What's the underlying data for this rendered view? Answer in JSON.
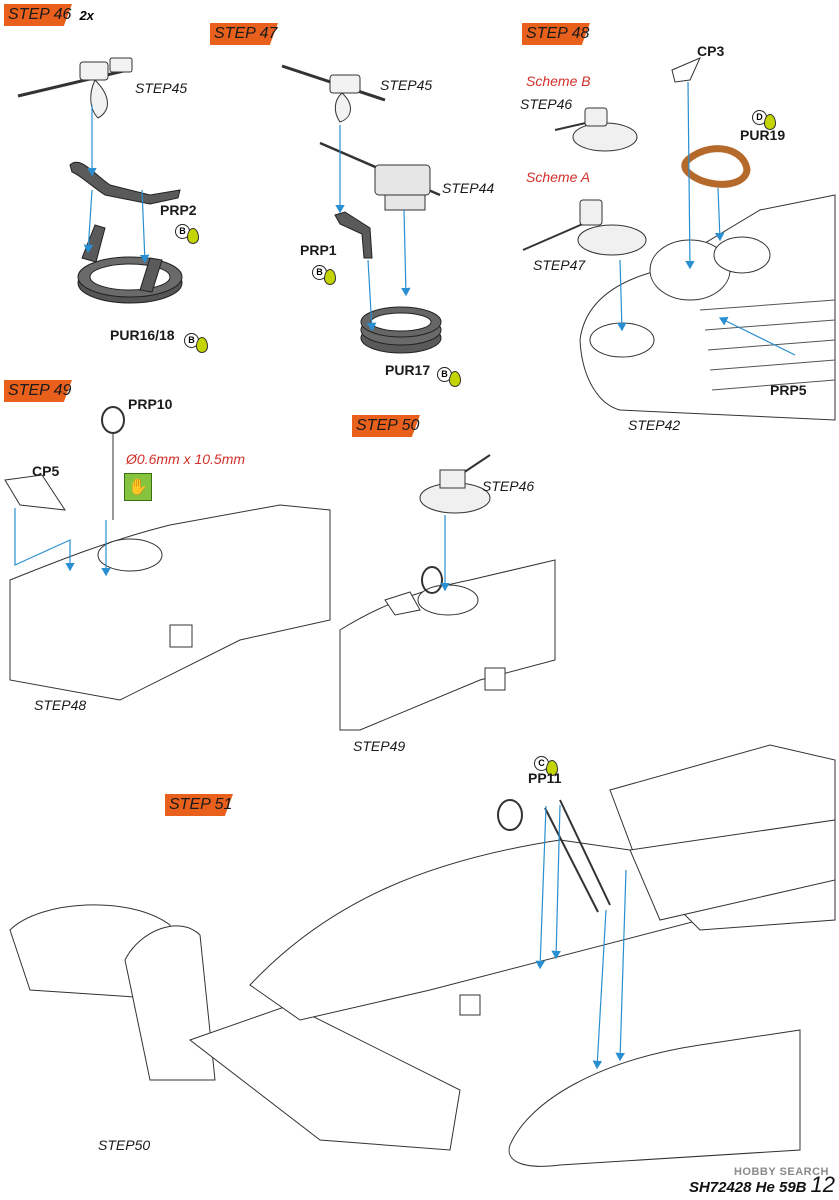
{
  "steps": {
    "s46": {
      "label": "STEP 46",
      "qty": "2x"
    },
    "s47": {
      "label": "STEP 47"
    },
    "s48": {
      "label": "STEP 48"
    },
    "s49": {
      "label": "STEP 49"
    },
    "s50": {
      "label": "STEP 50"
    },
    "s51": {
      "label": "STEP 51"
    }
  },
  "refs": {
    "step45_a": "STEP45",
    "step45_b": "STEP45",
    "step44": "STEP44",
    "step46_a": "STEP46",
    "step47": "STEP47",
    "step42": "STEP42",
    "step48": "STEP48",
    "step46_b": "STEP46",
    "step49": "STEP49",
    "step50": "STEP50"
  },
  "parts": {
    "prp2": "PRP2",
    "pur16_18": "PUR16/18",
    "prp1": "PRP1",
    "pur17": "PUR17",
    "cp3": "CP3",
    "pur19": "PUR19",
    "prp5": "PRP5",
    "prp10": "PRP10",
    "cp5": "CP5",
    "pp11": "PP11"
  },
  "paint_codes": {
    "prp2": "B",
    "pur16_18": "B",
    "prp1": "B",
    "pur17": "B",
    "pur19": "D",
    "pp11": "C"
  },
  "schemes": {
    "b": "Scheme B",
    "a": "Scheme A"
  },
  "dimension_note": "Ø0.6mm x 10.5mm",
  "footer": {
    "code": "SH72428 He 59B",
    "page": "12"
  },
  "watermark": "HOBBY SEARCH",
  "colors": {
    "step_flag": "#e8601c",
    "callout_line": "#2a8fd0",
    "scheme_text": "#d2302a",
    "paint_drop": "#c3d400",
    "hand_icon": "#86c440"
  }
}
